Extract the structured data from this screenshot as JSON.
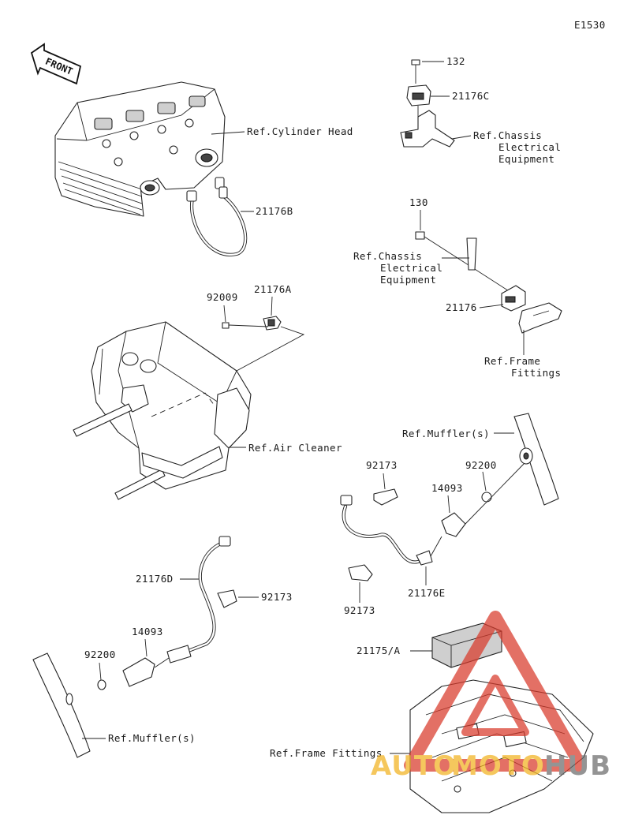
{
  "diagram_code": "E1530",
  "front_label": "FRONT",
  "labels": {
    "ref_cylinder_head": "Ref.Cylinder Head",
    "p_132": "132",
    "p_21176C": "21176C",
    "ref_chassis_1_l1": "Ref.Chassis",
    "ref_chassis_1_l2": "Electrical",
    "ref_chassis_1_l3": "Equipment",
    "p_21176B": "21176B",
    "p_130": "130",
    "ref_chassis_2_l1": "Ref.Chassis",
    "ref_chassis_2_l2": "Electrical",
    "ref_chassis_2_l3": "Equipment",
    "p_92009": "92009",
    "p_21176A": "21176A",
    "p_21176": "21176",
    "ref_frame_l1": "Ref.Frame",
    "ref_frame_l2": "Fittings",
    "ref_muffler_1": "Ref.Muffler(s)",
    "ref_air_cleaner": "Ref.Air Cleaner",
    "p_92173_a": "92173",
    "p_92200_a": "92200",
    "p_14093_a": "14093",
    "p_21176E": "21176E",
    "p_92173_b": "92173",
    "p_21176D": "21176D",
    "p_92173_c": "92173",
    "p_14093_b": "14093",
    "p_92200_b": "92200",
    "p_21175A": "21175/A",
    "ref_muffler_2": "Ref.Muffler(s)",
    "ref_frame_fittings": "Ref.Frame Fittings"
  },
  "watermark": {
    "left": "AUTO",
    "mid": "MOTO",
    "right": "HUB",
    "color_red": "#d93a2b",
    "color_orange": "#f2b21f",
    "color_gray": "#6b6b6b"
  }
}
